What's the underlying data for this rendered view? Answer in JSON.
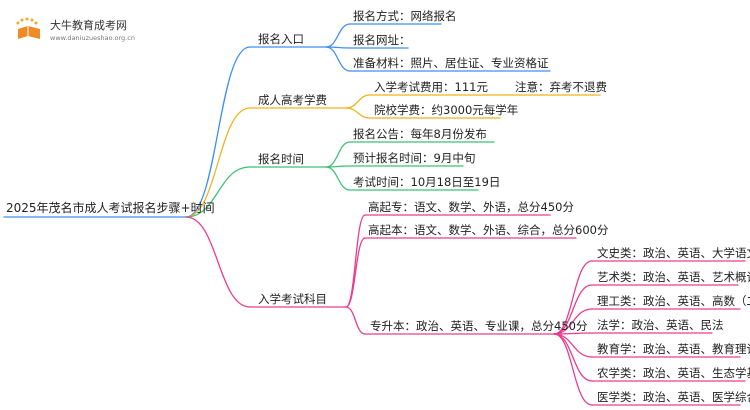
{
  "logo": {
    "name": "大牛教育成考网",
    "url": "www.daniuzueshao.org.cn"
  },
  "root": "2025年茂名市成人考试报名步骤+时间",
  "colors": {
    "报名入口": "#3f8ff5",
    "成人高考学费": "#f2b21d",
    "报名时间": "#3cc275",
    "入学考试科目": "#ea3d8c"
  },
  "branches": {
    "entry": {
      "label": "报名入口",
      "items": [
        "报名方式：网络报名",
        "报名网址：",
        "准备材料：照片、居住证、专业资格证"
      ]
    },
    "fee": {
      "label": "成人高考学费",
      "items": [
        "入学考试费用：111元",
        "院校学费：约3000元每学年"
      ],
      "note": "注意：弃考不退费"
    },
    "time": {
      "label": "报名时间",
      "items": [
        "报名公告：每年8月份发布",
        "预计报名时间：9月中旬",
        "考试时间：10月18日至19日"
      ]
    },
    "subjects": {
      "label": "入学考试科目",
      "items": [
        "高起专：语文、数学、外语，总分450分",
        "高起本：语文、数学、外语、综合，总分600分",
        "专升本：政治、英语、专业课，总分450分"
      ],
      "sub": [
        "文史类：政治、英语、大学语文",
        "艺术类：政治、英语、艺术概论",
        "理工类：政治、英语、高数（二）",
        "法学：政治、英语、民法",
        "教育学：政治、英语、教育理论",
        "农学类：政治、英语、生态学基础",
        "医学类：政治、英语、医学综合"
      ]
    }
  }
}
